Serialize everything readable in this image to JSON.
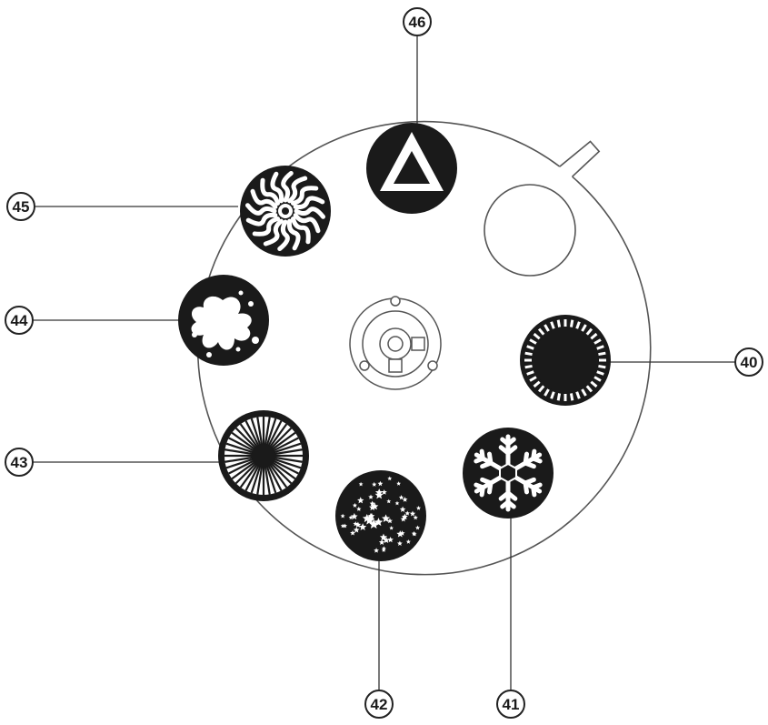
{
  "colors": {
    "ink": "#1a1a1a",
    "outline": "#555555",
    "paper": "#ffffff"
  },
  "callouts": [
    {
      "id": "40",
      "label": "40",
      "icon": "ring-gobo-icon"
    },
    {
      "id": "41",
      "label": "41",
      "icon": "snowflake-gobo-icon"
    },
    {
      "id": "42",
      "label": "42",
      "icon": "stars-gobo-icon"
    },
    {
      "id": "43",
      "label": "43",
      "icon": "radial-spokes-gobo-icon"
    },
    {
      "id": "44",
      "label": "44",
      "icon": "splash-gobo-icon"
    },
    {
      "id": "45",
      "label": "45",
      "icon": "sunburst-gobo-icon"
    },
    {
      "id": "46",
      "label": "46",
      "icon": "triangle-gobo-icon"
    }
  ]
}
